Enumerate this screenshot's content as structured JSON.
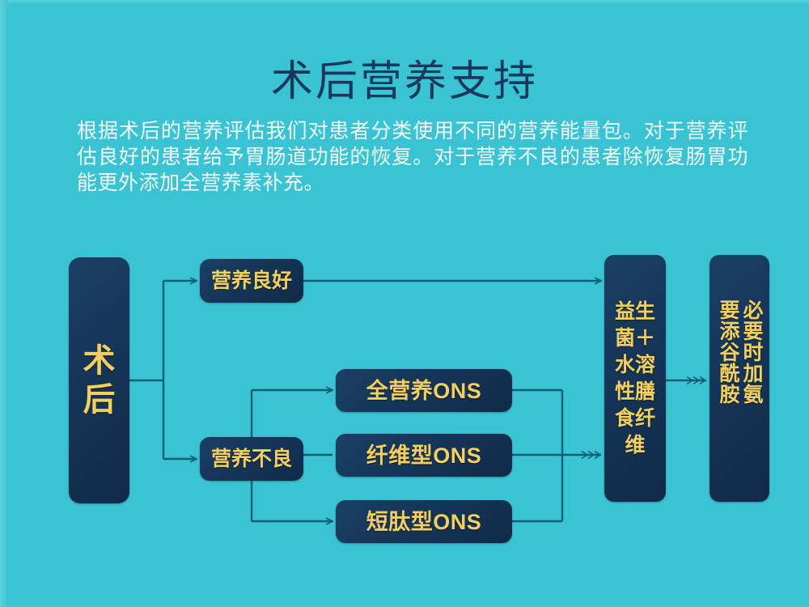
{
  "slide": {
    "title": "术后营养支持",
    "body_text": "根据术后的营养评估我们对患者分类使用不同的营养能量包。对于营养评估良好的患者给予胃肠道功能的恢复。对于营养不良的患者除恢复肠胃功能更外添加全营养素补充。",
    "background_color": "#3ac4d3",
    "node_color": "#143354",
    "node_text_color": "#f3cf5f",
    "title_color": "#18395c",
    "connector_color": "#0d5f73"
  },
  "flowchart": {
    "nodes": {
      "post_op": "术后",
      "nutrition_good": "营养良好",
      "nutrition_poor": "营养不良",
      "ons_full": "全营养ONS",
      "ons_fiber": "纤维型ONS",
      "ons_peptide": "短肽型ONS",
      "probiotic_fiber": "益生菌＋水溶性膳食纤维",
      "glutamine_col1": "必要时加氨",
      "glutamine_col2": "要添谷酰胺",
      "glutamine_full": "必要时添加谷氨酰胺"
    },
    "edges": [
      {
        "from": "post_op",
        "to": "nutrition_good"
      },
      {
        "from": "post_op",
        "to": "nutrition_poor"
      },
      {
        "from": "nutrition_good",
        "to": "probiotic_fiber"
      },
      {
        "from": "nutrition_poor",
        "to": "ons_full"
      },
      {
        "from": "nutrition_poor",
        "to": "ons_fiber"
      },
      {
        "from": "nutrition_poor",
        "to": "ons_peptide"
      },
      {
        "from": "ons_full",
        "to": "probiotic_fiber"
      },
      {
        "from": "ons_fiber",
        "to": "probiotic_fiber"
      },
      {
        "from": "ons_peptide",
        "to": "probiotic_fiber"
      },
      {
        "from": "probiotic_fiber",
        "to": "glutamine_full"
      }
    ]
  }
}
